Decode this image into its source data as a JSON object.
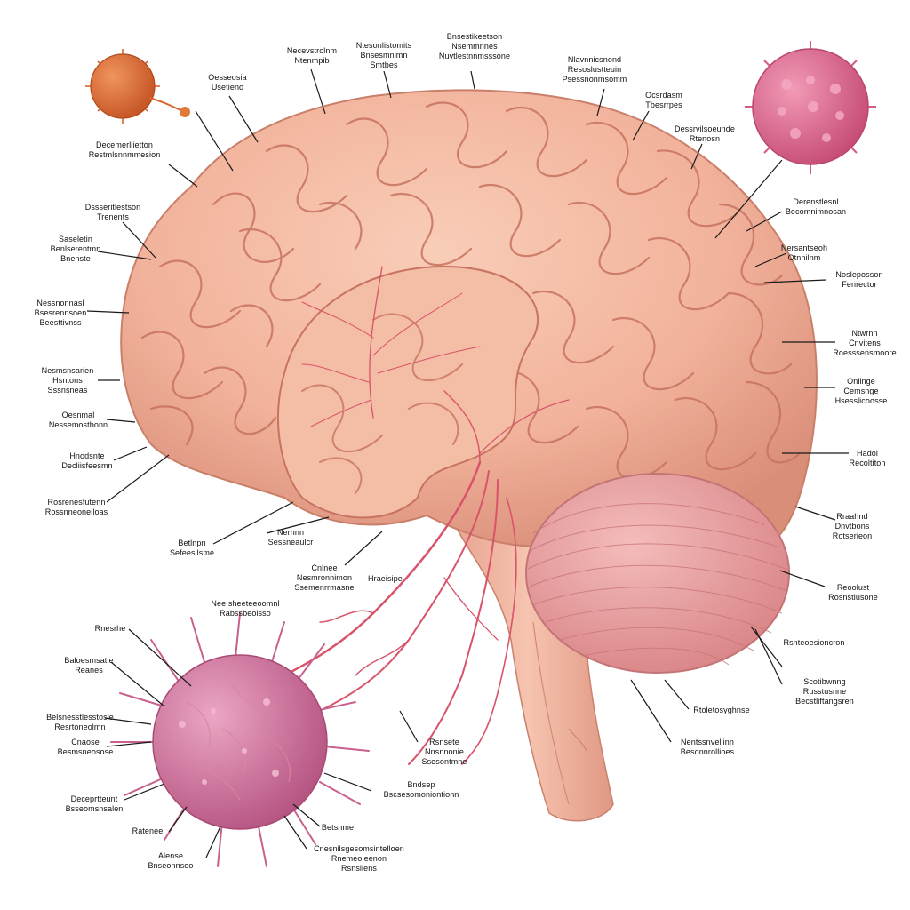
{
  "diagram": {
    "colors": {
      "brain": "#f2b29b",
      "brain_shadow": "#d98e78",
      "gyrus_line": "#c7735f",
      "cerebellum": "#eaa1a0",
      "brainstem": "#f0b29e",
      "vessels": "#d9536a",
      "cell_large": "#c7668f",
      "cell_top_right": "#d65c86",
      "cell_top_left": "#d8672f",
      "leader_line": "#1a1a1a"
    },
    "labels": [
      {
        "id": "l1",
        "text": "Necevstrolnm\nNtenmpib"
      },
      {
        "id": "l2",
        "text": "Ntesonlistomits\nBnsesmnimn\nSmtbes"
      },
      {
        "id": "l3",
        "text": "Bnsestikeetson\nNsemmnnes\nNuvtlestnnmsssone"
      },
      {
        "id": "l4",
        "text": "Nlavnnicsnond\nResoslustteuin\nPsessnonmsomm"
      },
      {
        "id": "l5",
        "text": "Ocsrdasm\nTbesrrpes"
      },
      {
        "id": "l6",
        "text": "Oesseosia\nUsetieno"
      },
      {
        "id": "l7",
        "text": "Decemerliietton\nRestmlsnnmmesion"
      },
      {
        "id": "l8",
        "text": "Dessrvilsoeunde\nRtenosn"
      },
      {
        "id": "l9",
        "text": "Derenstlesnl\nBecomnimnosan"
      },
      {
        "id": "l10",
        "text": "Dssseritlestson\nTrenents"
      },
      {
        "id": "l11",
        "text": "Saseletin\nBenlserentmn\nBnenste"
      },
      {
        "id": "l12",
        "text": "Nersantseoh\nOtnnilnm"
      },
      {
        "id": "l13",
        "text": "Nosleposson\nFenrector"
      },
      {
        "id": "l14",
        "text": "Nessnonnasl\nBsesrennsoen\nBeesttivnss"
      },
      {
        "id": "l15",
        "text": "Ntwrnn\nCnvitens\nRoesssensmoore"
      },
      {
        "id": "l16",
        "text": "Nesmsnsarien\nHsntons\nSssnsneas"
      },
      {
        "id": "l17",
        "text": "Onlinge\nCemsnge\nHsesslicoosse"
      },
      {
        "id": "l18",
        "text": "Oesnmal\nNessemostbonn"
      },
      {
        "id": "l19",
        "text": "Hadol\nRecoltiton"
      },
      {
        "id": "l20",
        "text": "Hnodsnte\nDecliisfeesmn"
      },
      {
        "id": "l21",
        "text": "Rosrenesfutenn\nRossnneoneiloas"
      },
      {
        "id": "l22",
        "text": "Rraahnd\nDnvtbons\nRotserieon"
      },
      {
        "id": "l23",
        "text": "Betlnpn\nSefeesilsme"
      },
      {
        "id": "l24",
        "text": "Nernnn\nSessneaulcr"
      },
      {
        "id": "l25",
        "text": "Cnlnee\nNesmronnimon\nSsemenrrmasne"
      },
      {
        "id": "l26",
        "text": "Hraeisipe"
      },
      {
        "id": "l27",
        "text": "Reoolust\nRosnstiusone"
      },
      {
        "id": "l28",
        "text": "Nee sheeteeoomnl\nRabssbeolsso"
      },
      {
        "id": "l29",
        "text": "Rnesrhe"
      },
      {
        "id": "l30",
        "text": "Rsnteoesioncron"
      },
      {
        "id": "l31",
        "text": "Baloesmsatie\nReanes"
      },
      {
        "id": "l32",
        "text": "Scotibwnng\nRusstusnne\nBecstliftangsren"
      },
      {
        "id": "l33",
        "text": "Rtoletosyghnse"
      },
      {
        "id": "l34",
        "text": "Belsnesstlesstosle\nResrtoneolmn"
      },
      {
        "id": "l35",
        "text": "Cnaose\nBesmsneosose"
      },
      {
        "id": "l36",
        "text": "Rsnsete\nNnsnnonie\nSsesontmne"
      },
      {
        "id": "l37",
        "text": "Nentssnveliinn\nBesonnrollioes"
      },
      {
        "id": "l38",
        "text": "Bndsep\nBscsesomoniontionn"
      },
      {
        "id": "l39",
        "text": "Deceprtteunt\nBsseomsnsalen"
      },
      {
        "id": "l40",
        "text": "Ratenee"
      },
      {
        "id": "l41",
        "text": "Betsnme"
      },
      {
        "id": "l42",
        "text": "Alense\nBnseonnsoo"
      },
      {
        "id": "l43",
        "text": "Cnesnilsgesomsintelloen\nRnemeoleenon\nRsnsllens"
      }
    ]
  }
}
